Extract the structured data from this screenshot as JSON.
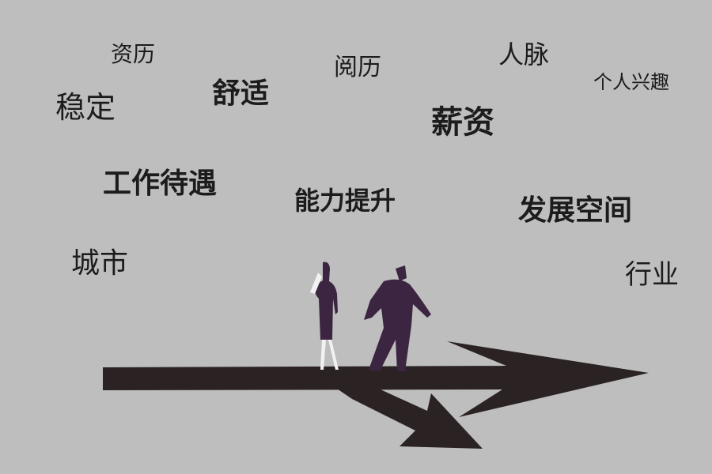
{
  "words": {
    "zili": "资历",
    "wending": "稳定",
    "shushi": "舒适",
    "yueli": "阅历",
    "renmai": "人脉",
    "xingqu": "个人兴趣",
    "xinzi": "薪资",
    "daiyu": "工作待遇",
    "nengli": "能力提升",
    "fazhan": "发展空间",
    "chengshi": "城市",
    "hangye": "行业"
  },
  "colors": {
    "background": "#bebebe",
    "arrow": "#2b2323",
    "figure": "#3b2540"
  }
}
